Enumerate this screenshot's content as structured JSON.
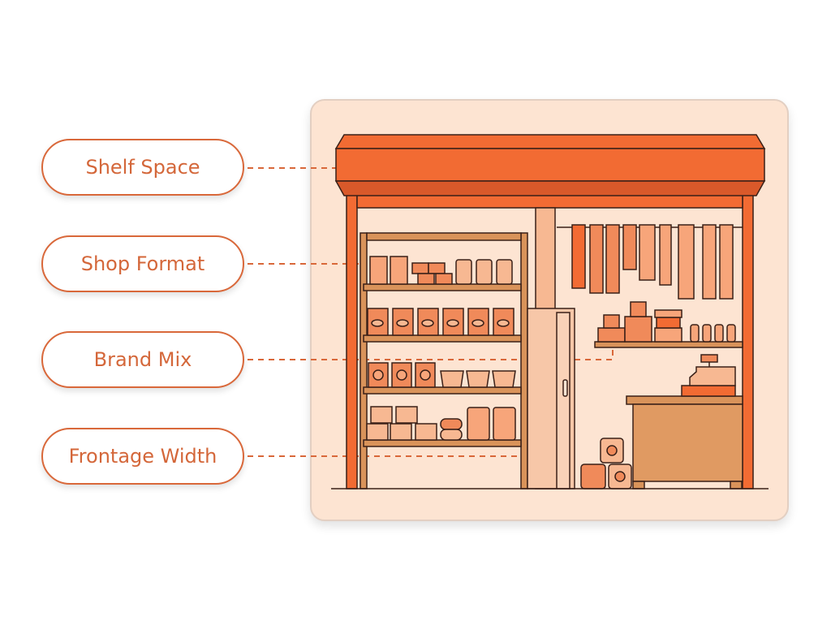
{
  "labels": [
    {
      "id": "shelf-space",
      "text": "Shelf Space"
    },
    {
      "id": "shop-format",
      "text": "Shop Format"
    },
    {
      "id": "brand-mix",
      "text": "Brand Mix"
    },
    {
      "id": "frontage-width",
      "text": "Frontage Width"
    }
  ],
  "illustration": {
    "subject": "storefront-shop-interior",
    "elements": [
      "awning",
      "left-shelving-unit",
      "hanging-product-strips",
      "wall-shelf-with-boxes-and-bottles",
      "door",
      "counter-with-cash-register",
      "stacked-cans"
    ]
  },
  "colors": {
    "accent": "#f26b33",
    "label_text": "#d4673a",
    "card_bg": "#fde4d2",
    "shelf_wood": "#d9935a",
    "outline": "#3a2018"
  }
}
